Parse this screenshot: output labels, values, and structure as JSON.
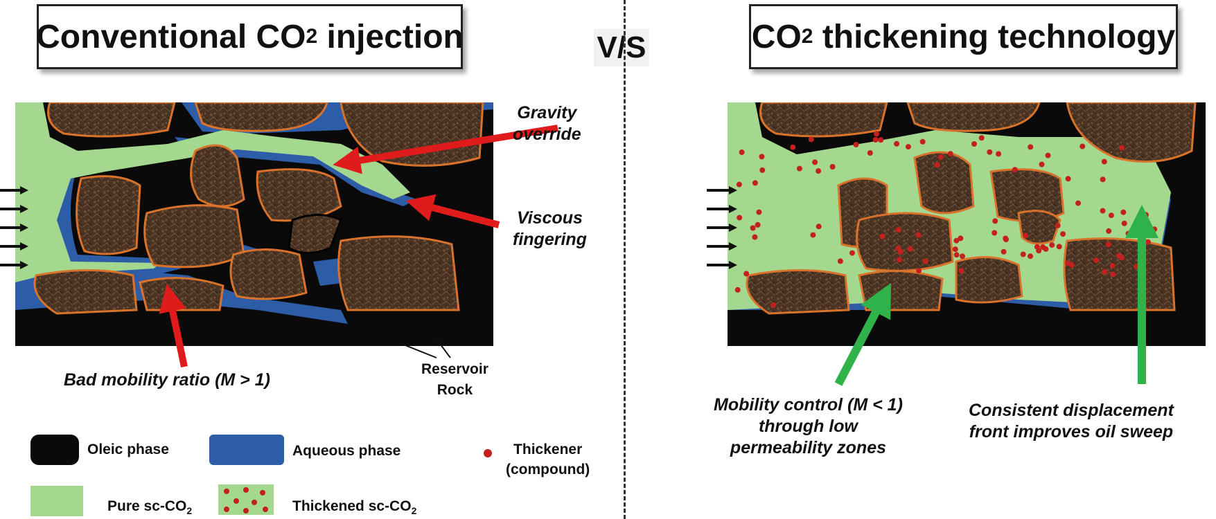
{
  "left": {
    "title_main": "Conventional CO",
    "title_sub": "2",
    "title_tail": " injection",
    "labels": {
      "gravity": "Gravity",
      "override": "override",
      "viscous": "Viscous",
      "fingering": "fingering",
      "bad_mobility": "Bad mobility ratio (M > 1)",
      "reservoir": "Reservoir",
      "rock": "Rock"
    }
  },
  "vs": "V/S",
  "right": {
    "title_main": "CO",
    "title_sub": "2",
    "title_tail": " thickening technology",
    "labels": {
      "mobility_1": "Mobility control (M < 1)",
      "mobility_2": "through low",
      "mobility_3": "permeability zones",
      "consistent_1": "Consistent displacement",
      "consistent_2": "front improves oil sweep"
    }
  },
  "legend": {
    "oleic": "Oleic phase",
    "aqueous": "Aqueous phase",
    "thickener_1": "Thickener",
    "thickener_2": "(compound)",
    "pure_main": "Pure sc-CO",
    "pure_sub": "2",
    "thickened_main": "Thickened sc-CO",
    "thickened_sub": "2"
  },
  "colors": {
    "oleic": "#0a0a0a",
    "aqueous": "#2e5da8",
    "co2": "#a5d88f",
    "rock": "#4a3322",
    "rock_edge": "#d9722b",
    "thickener": "#c3201e",
    "red_arrow": "#e01b1b",
    "green_arrow": "#2fb24a"
  }
}
